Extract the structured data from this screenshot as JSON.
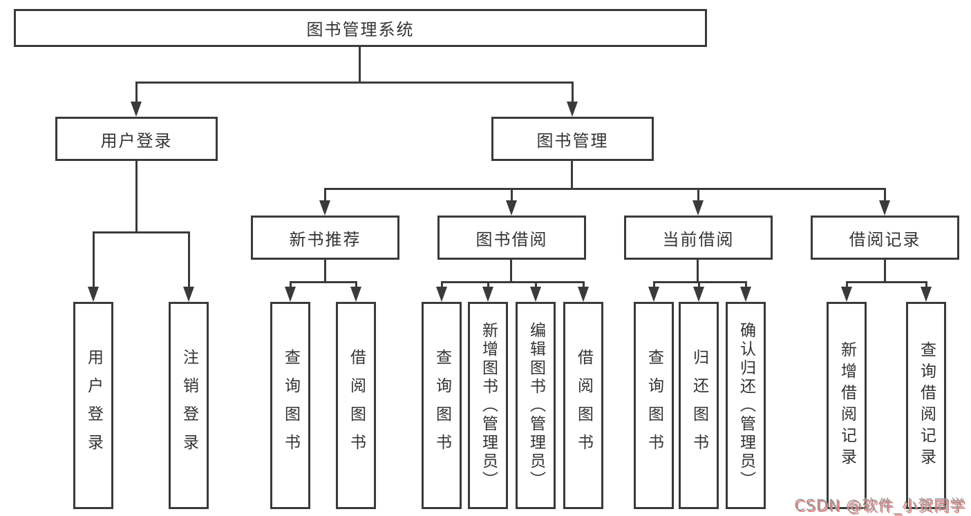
{
  "diagram_type": "hierarchy-tree",
  "root": {
    "label": "图书管理系统",
    "children": [
      {
        "label": "用户登录",
        "children": [
          {
            "label": "用户登录"
          },
          {
            "label": "注销登录"
          }
        ]
      },
      {
        "label": "图书管理",
        "children": [
          {
            "label": "新书推荐",
            "children": [
              {
                "label": "查询图书"
              },
              {
                "label": "借阅图书"
              }
            ]
          },
          {
            "label": "图书借阅",
            "children": [
              {
                "label": "查询图书"
              },
              {
                "label": "新增图书（管理员）"
              },
              {
                "label": "编辑图书（管理员）"
              },
              {
                "label": "借阅图书"
              }
            ]
          },
          {
            "label": "当前借阅",
            "children": [
              {
                "label": "查询图书"
              },
              {
                "label": "归还图书"
              },
              {
                "label": "确认归还（管理员）"
              }
            ]
          },
          {
            "label": "借阅记录",
            "children": [
              {
                "label": "新增借阅记录"
              },
              {
                "label": "查询借阅记录"
              }
            ]
          }
        ]
      }
    ]
  },
  "watermark": "CSDN @软件_小贺同学",
  "colors": {
    "line": "#3a3a3a",
    "text": "#333333",
    "background": "#ffffff",
    "watermark_text": "#9b9b9b",
    "watermark_shadow": "#e87a7a"
  }
}
